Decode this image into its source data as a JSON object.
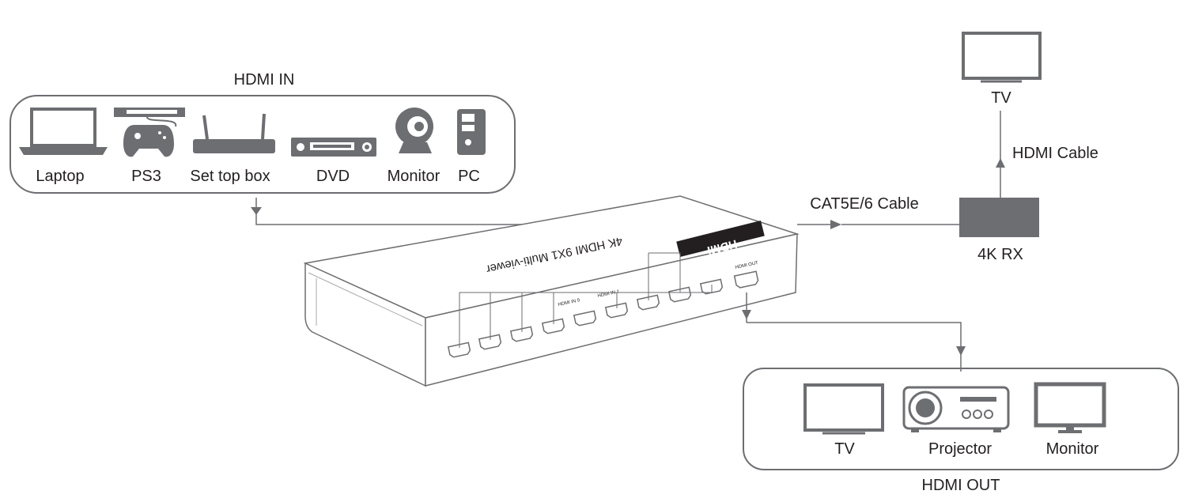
{
  "inputs": {
    "title": "HDMI IN",
    "devices": [
      {
        "label": "Laptop",
        "icon": "laptop-icon"
      },
      {
        "label": "PS3",
        "icon": "ps3-icon"
      },
      {
        "label": "Set top box",
        "icon": "set-top-box-icon"
      },
      {
        "label": "DVD",
        "icon": "dvd-player-icon"
      },
      {
        "label": "Monitor",
        "icon": "webcam-monitor-icon"
      },
      {
        "label": "PC",
        "icon": "pc-tower-icon"
      }
    ]
  },
  "device": {
    "name": "4K HDMI 9X1 Multi-viewer",
    "brand": "HDMI",
    "port_label_left": "HDMI IN 9",
    "port_label_right": "HDMI IN 1",
    "out_label": "HDMI OUT"
  },
  "extension": {
    "cable_label": "CAT5E/6 Cable",
    "receiver_label": "4K RX",
    "hdmi_cable_label": "HDMI Cable",
    "display_label": "TV"
  },
  "outputs": {
    "title": "HDMI OUT",
    "devices": [
      {
        "label": "TV",
        "icon": "tv-icon"
      },
      {
        "label": "Projector",
        "icon": "projector-icon"
      },
      {
        "label": "Monitor",
        "icon": "monitor-icon"
      }
    ]
  },
  "colors": {
    "line": "#6d6e71",
    "device_fill": "#ffffff",
    "receiver_fill": "#6d6e71",
    "icon_fill": "#6d6e71"
  }
}
